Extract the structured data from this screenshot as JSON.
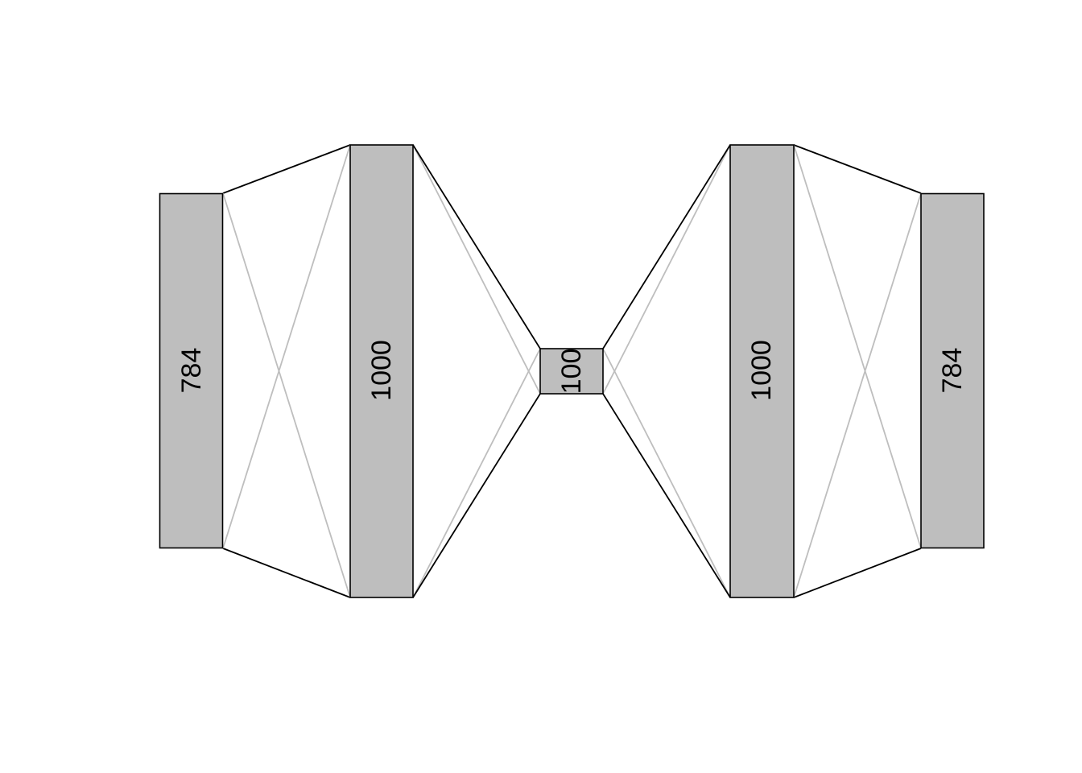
{
  "diagram": {
    "colors": {
      "layer_fill": "#bebebe",
      "layer_stroke": "#000000",
      "outer_edge": "#000000",
      "cross_edge": "#bebebe",
      "background": "#ffffff"
    },
    "layers": [
      {
        "label": "784",
        "units": 784
      },
      {
        "label": "1000",
        "units": 1000
      },
      {
        "label": "100",
        "units": 100
      },
      {
        "label": "1000",
        "units": 1000
      },
      {
        "label": "784",
        "units": 784
      }
    ]
  }
}
